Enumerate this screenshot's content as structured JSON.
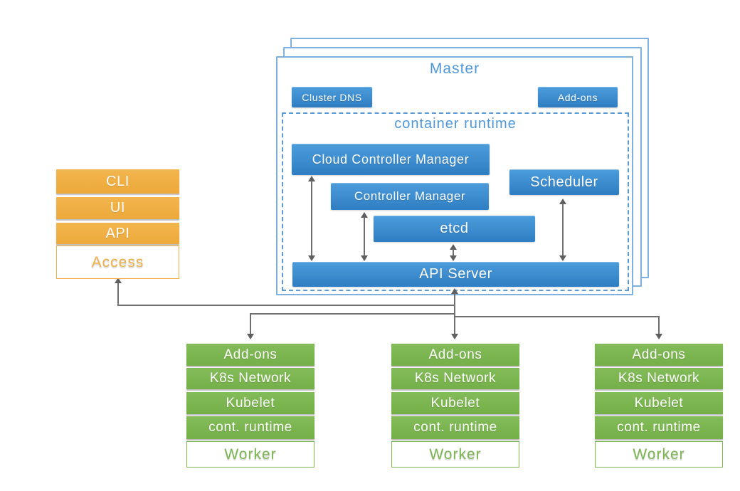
{
  "diagram": {
    "master": {
      "title": "Master",
      "cluster_dns": "Cluster DNS",
      "addons": "Add-ons",
      "container_runtime": "container runtime",
      "cloud_controller_manager": "Cloud Controller Manager",
      "controller_manager": "Controller Manager",
      "scheduler": "Scheduler",
      "etcd": "etcd",
      "api_server": "API Server"
    },
    "access": {
      "rows": [
        "CLI",
        "UI",
        "API"
      ],
      "label": "Access"
    },
    "workers": [
      {
        "rows": [
          "Add-ons",
          "K8s Network",
          "Kubelet",
          "cont. runtime"
        ],
        "label": "Worker"
      },
      {
        "rows": [
          "Add-ons",
          "K8s Network",
          "Kubelet",
          "cont. runtime"
        ],
        "label": "Worker"
      },
      {
        "rows": [
          "Add-ons",
          "K8s Network",
          "Kubelet",
          "cont. runtime"
        ],
        "label": "Worker"
      }
    ],
    "colors": {
      "component_blue": "#3586CC",
      "frame_border_blue": "#7FB1DF",
      "dashed_blue": "#5B9BD5",
      "title_blue": "#4E97D8",
      "access_orange": "#F0AE45",
      "worker_green": "#7CB651",
      "arrow_gray": "#6E6E6E"
    }
  }
}
